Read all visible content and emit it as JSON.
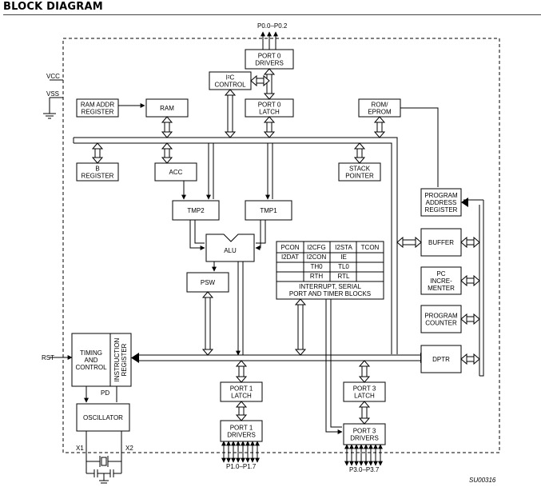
{
  "heading": "BLOCK DIAGRAM",
  "labels": {
    "p0_bus": "P0.0–P0.2",
    "port0_drivers": [
      "PORT 0",
      "DRIVERS"
    ],
    "i2c": [
      "I²C",
      "CONTROL"
    ],
    "port0_latch": [
      "PORT 0",
      "LATCH"
    ],
    "ram_addr": [
      "RAM ADDR",
      "REGISTER"
    ],
    "ram": [
      "RAM"
    ],
    "rom": [
      "ROM/",
      "EPROM"
    ],
    "breg": [
      "B",
      "REGISTER"
    ],
    "acc": [
      "ACC"
    ],
    "stack": [
      "STACK",
      "POINTER"
    ],
    "pc_addr": [
      "PROGRAM",
      "ADDRESS",
      "REGISTER"
    ],
    "tmp2": [
      "TMP2"
    ],
    "tmp1": [
      "TMP1"
    ],
    "alu": [
      "ALU"
    ],
    "buffer": [
      "BUFFER"
    ],
    "pc_inc": [
      "PC",
      "INCRE-",
      "MENTER"
    ],
    "psw": [
      "PSW"
    ],
    "prog_counter": [
      "PROGRAM",
      "COUNTER"
    ],
    "timing": [
      "TIMING",
      "AND",
      "CONTROL"
    ],
    "instr": [
      "INSTRUCTION",
      "REGISTER"
    ],
    "dptr": [
      "DPTR"
    ],
    "port1_latch": [
      "PORT 1",
      "LATCH"
    ],
    "port3_latch": [
      "PORT 3",
      "LATCH"
    ],
    "oscillator": [
      "OSCILLATOR"
    ],
    "port1_drivers": [
      "PORT 1",
      "DRIVERS"
    ],
    "port3_drivers": [
      "PORT 3",
      "DRIVERS"
    ],
    "sfr": {
      "row1": [
        "PCON",
        "I2CFG",
        "I2STA",
        "TCON"
      ],
      "row2": [
        "I2DAT",
        "I2CON",
        "IE",
        ""
      ],
      "row3": [
        "",
        "TH0",
        "TL0",
        ""
      ],
      "row4": [
        "",
        "RTH",
        "RTL",
        ""
      ],
      "footer": [
        "INTERRUPT, SERIAL",
        "PORT AND TIMER BLOCKS"
      ]
    }
  },
  "pins": {
    "vcc": "VCC",
    "vss": "VSS",
    "rst": "RST",
    "pd": "PD",
    "x1": "X1",
    "x2": "X2",
    "p1_bus": "P1.0–P1.7",
    "p3_bus": "P3.0–P3.7"
  },
  "figure_code": "SU00316"
}
